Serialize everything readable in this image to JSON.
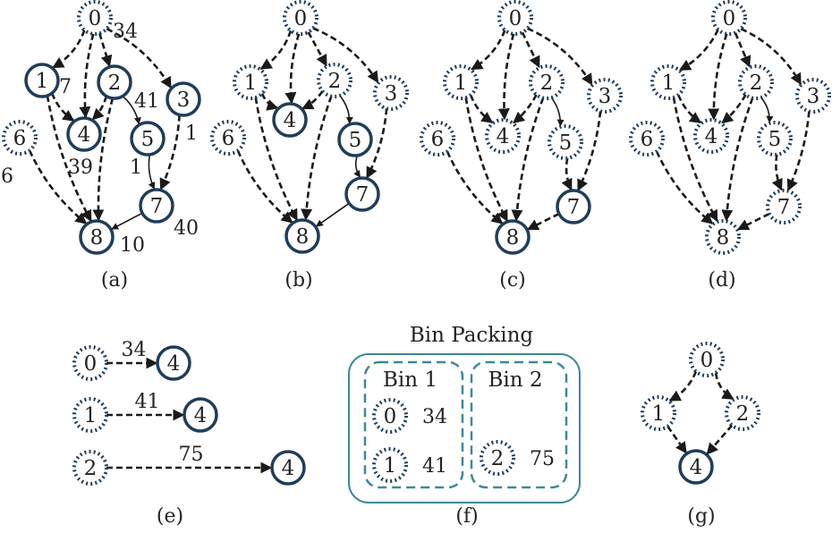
{
  "colors": {
    "node": "#1f3d5a",
    "edge": "#1a1a1a",
    "bin": "#3a8a96"
  },
  "panels": [
    {
      "caption": "(a)",
      "solid": [
        "1",
        "2",
        "3",
        "4",
        "5",
        "7",
        "8"
      ],
      "solid_edges": [
        [
          "2",
          "5"
        ],
        [
          "5",
          "7"
        ],
        [
          "7",
          "8"
        ]
      ],
      "weights": [
        "34",
        "7",
        "41",
        "1",
        "6",
        "39",
        "1",
        "40",
        "10"
      ]
    },
    {
      "caption": "(b)",
      "solid": [
        "4",
        "5",
        "7",
        "8"
      ],
      "solid_edges": [
        [
          "2",
          "5"
        ],
        [
          "5",
          "7"
        ],
        [
          "7",
          "8"
        ]
      ],
      "weights": []
    },
    {
      "caption": "(c)",
      "solid": [
        "7",
        "8"
      ],
      "solid_edges": [
        [
          "2",
          "5"
        ]
      ],
      "weights": []
    },
    {
      "caption": "(d)",
      "solid": [],
      "solid_edges": [
        [
          "2",
          "5"
        ]
      ],
      "weights": []
    }
  ],
  "graph_nodes": [
    "0",
    "1",
    "2",
    "3",
    "4",
    "5",
    "6",
    "7",
    "8"
  ],
  "graph_edges": [
    [
      "0",
      "1"
    ],
    [
      "0",
      "2"
    ],
    [
      "0",
      "3"
    ],
    [
      "0",
      "4"
    ],
    [
      "1",
      "4"
    ],
    [
      "2",
      "4"
    ],
    [
      "2",
      "5"
    ],
    [
      "1",
      "8"
    ],
    [
      "2",
      "8"
    ],
    [
      "6",
      "8"
    ],
    [
      "5",
      "7"
    ],
    [
      "3",
      "7"
    ],
    [
      "7",
      "8"
    ]
  ],
  "panel_e": {
    "caption": "(e)",
    "rows": [
      {
        "from": "0",
        "to": "4",
        "weight": "34"
      },
      {
        "from": "1",
        "to": "4",
        "weight": "41"
      },
      {
        "from": "2",
        "to": "4",
        "weight": "75"
      }
    ]
  },
  "panel_f": {
    "caption": "(f)",
    "title": "Bin Packing",
    "bins": [
      {
        "label": "Bin 1",
        "items": [
          {
            "node": "0",
            "weight": "34"
          },
          {
            "node": "1",
            "weight": "41"
          }
        ]
      },
      {
        "label": "Bin 2",
        "items": [
          {
            "node": "2",
            "weight": "75"
          }
        ]
      }
    ]
  },
  "panel_g": {
    "caption": "(g)",
    "nodes": [
      "0",
      "1",
      "2",
      "4"
    ],
    "solid": [
      "4"
    ],
    "edges": [
      [
        "0",
        "1"
      ],
      [
        "0",
        "2"
      ],
      [
        "1",
        "4"
      ],
      [
        "2",
        "4"
      ]
    ]
  }
}
